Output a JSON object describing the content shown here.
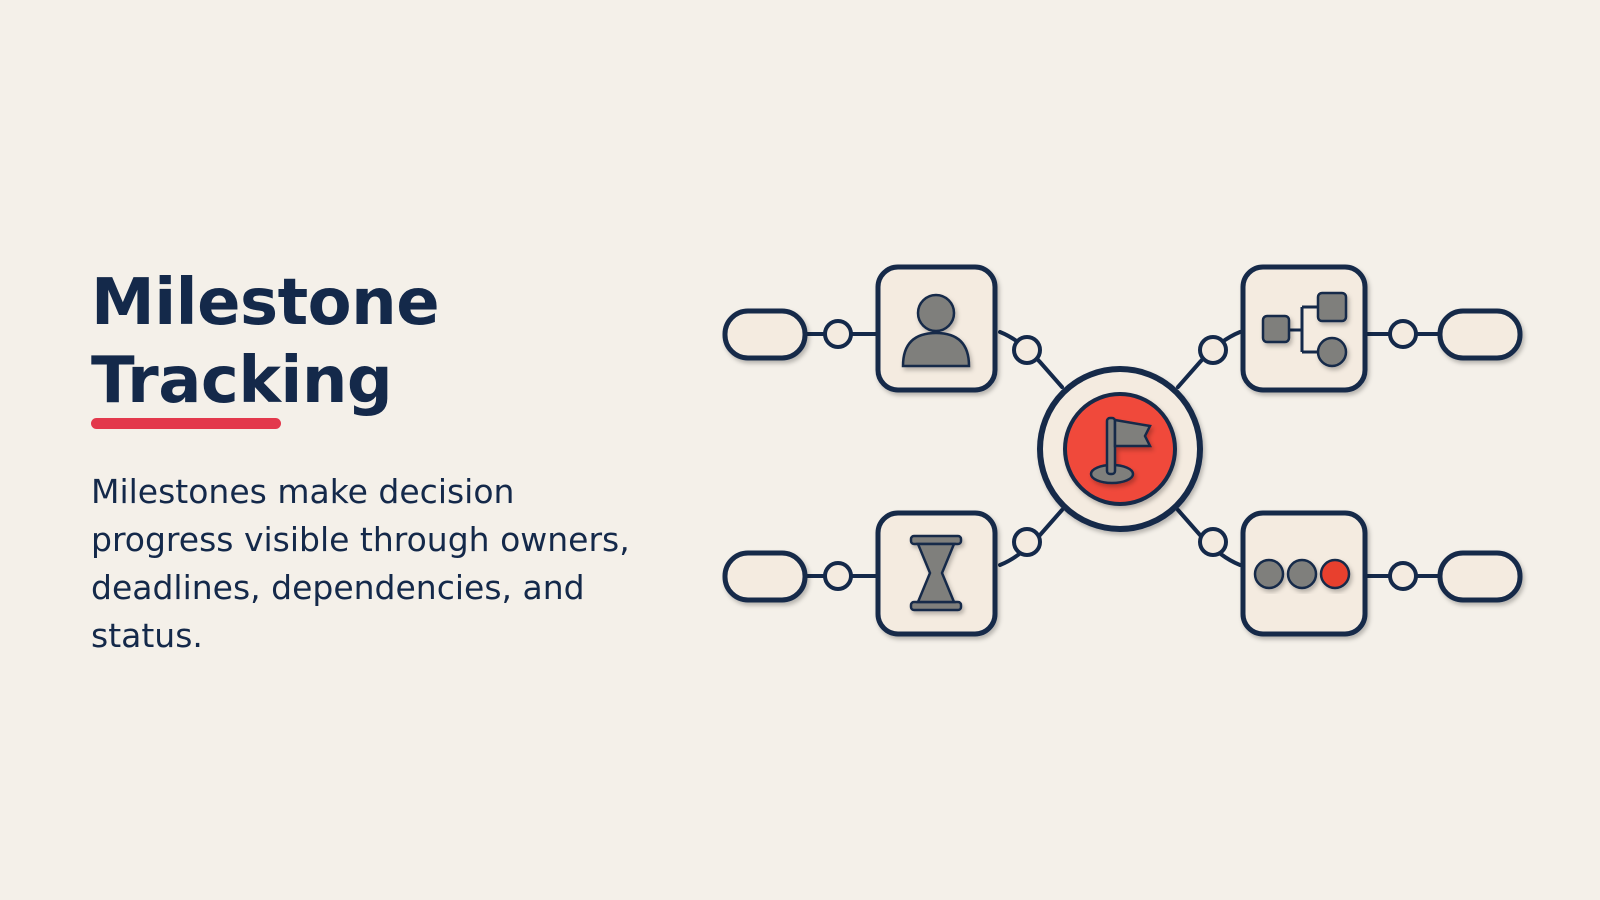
{
  "slide": {
    "title_line1": "Milestone",
    "title_line2": "Tracking",
    "body": "Milestones make decision progress visible through owners, deadlines, dependencies, and status."
  },
  "diagram": {
    "hub": {
      "icon": "flag-icon"
    },
    "nodes": [
      {
        "id": "owners",
        "icon": "person-icon"
      },
      {
        "id": "deadlines",
        "icon": "hourglass-icon"
      },
      {
        "id": "dependencies",
        "icon": "hierarchy-icon"
      },
      {
        "id": "status",
        "icon": "status-dots-icon"
      }
    ]
  },
  "colors": {
    "background": "#f4f0e9",
    "navy": "#14294a",
    "accent_red": "#e3384c",
    "hub_red": "#f04a3b",
    "icon_gray": "#7f7f7b",
    "node_fill": "#f4ebe0"
  }
}
